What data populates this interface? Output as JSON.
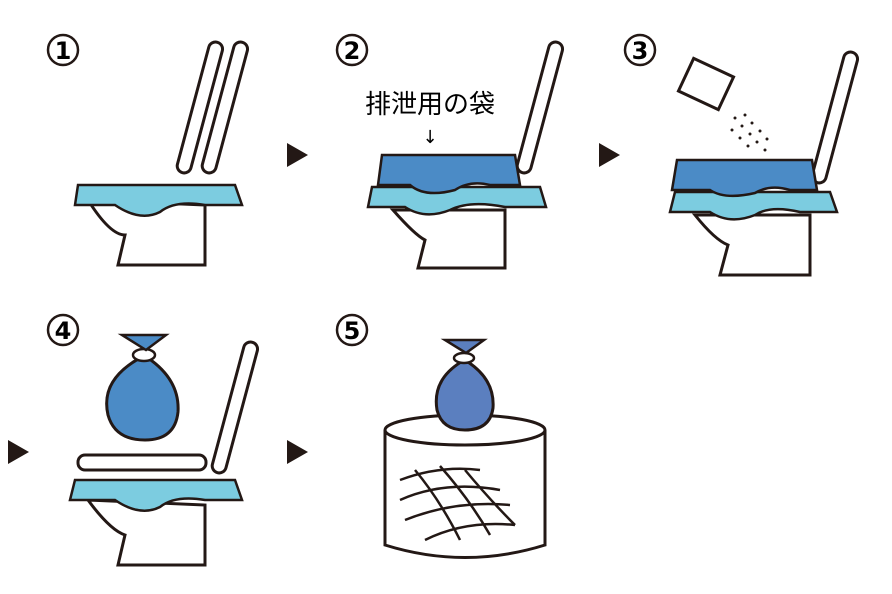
{
  "steps": [
    {
      "number": "1"
    },
    {
      "number": "2",
      "label": "排泄用の袋",
      "arrow": "↓"
    },
    {
      "number": "3"
    },
    {
      "number": "4"
    },
    {
      "number": "5"
    }
  ],
  "colors": {
    "seat": "#7ccce0",
    "bag_sheet": "#4b8bc6",
    "bag": "#4b8bc6",
    "bag_final": "#5b7fbf",
    "stroke": "#231815"
  }
}
